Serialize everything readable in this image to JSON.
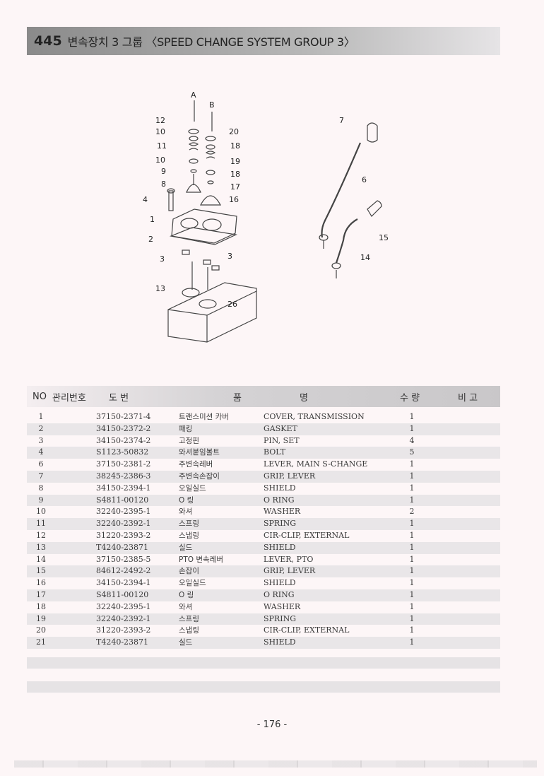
{
  "header": {
    "number": "445",
    "title": "변속장치 3 그룹 〈SPEED CHANGE SYSTEM GROUP 3〉"
  },
  "diagram": {
    "callouts": [
      "A",
      "B",
      "12",
      "10",
      "11",
      "10",
      "9",
      "8",
      "4",
      "1",
      "2",
      "3",
      "3",
      "13",
      "20",
      "18",
      "19",
      "18",
      "17",
      "16",
      "26",
      "7",
      "6",
      "15",
      "14"
    ]
  },
  "table": {
    "headers": {
      "no": "NO",
      "mgmt": "관리번호",
      "drawing": "도 번",
      "name_a": "품",
      "name_b": "명",
      "qty": "수 량",
      "remark": "비 고"
    },
    "rows": [
      {
        "no": "1",
        "part": "37150-2371-4",
        "kr": "트랜스미션 카버",
        "en": "COVER, TRANSMISSION",
        "qty": "1"
      },
      {
        "no": "2",
        "part": "34150-2372-2",
        "kr": "패킹",
        "en": "GASKET",
        "qty": "1"
      },
      {
        "no": "3",
        "part": "34150-2374-2",
        "kr": "고정핀",
        "en": "PIN, SET",
        "qty": "4"
      },
      {
        "no": "4",
        "part": "S1123-50832",
        "kr": "와셔붙임볼트",
        "en": "BOLT",
        "qty": "5"
      },
      {
        "no": "6",
        "part": "37150-2381-2",
        "kr": "주변속레버",
        "en": "LEVER, MAIN S-CHANGE",
        "qty": "1"
      },
      {
        "no": "7",
        "part": "38245-2386-3",
        "kr": "주변속손잡이",
        "en": "GRIP, LEVER",
        "qty": "1"
      },
      {
        "no": "8",
        "part": "34150-2394-1",
        "kr": "오일실드",
        "en": "SHIELD",
        "qty": "1"
      },
      {
        "no": "9",
        "part": "S4811-00120",
        "kr": "O 링",
        "en": "O RING",
        "qty": "1"
      },
      {
        "no": "10",
        "part": "32240-2395-1",
        "kr": "와셔",
        "en": "WASHER",
        "qty": "2"
      },
      {
        "no": "11",
        "part": "32240-2392-1",
        "kr": "스프링",
        "en": "SPRING",
        "qty": "1"
      },
      {
        "no": "12",
        "part": "31220-2393-2",
        "kr": "스냅링",
        "en": "CIR-CLIP, EXTERNAL",
        "qty": "1"
      },
      {
        "no": "13",
        "part": "T4240-23871",
        "kr": "실드",
        "en": "SHIELD",
        "qty": "1"
      },
      {
        "no": "14",
        "part": "37150-2385-5",
        "kr": "PTO 변속레버",
        "en": "LEVER, PTO",
        "qty": "1"
      },
      {
        "no": "15",
        "part": "84612-2492-2",
        "kr": "손잡이",
        "en": "GRIP, LEVER",
        "qty": "1"
      },
      {
        "no": "16",
        "part": "34150-2394-1",
        "kr": "오일실드",
        "en": "SHIELD",
        "qty": "1"
      },
      {
        "no": "17",
        "part": "S4811-00120",
        "kr": "O 링",
        "en": "O RING",
        "qty": "1"
      },
      {
        "no": "18",
        "part": "32240-2395-1",
        "kr": "와셔",
        "en": "WASHER",
        "qty": "1"
      },
      {
        "no": "19",
        "part": "32240-2392-1",
        "kr": "스프링",
        "en": "SPRING",
        "qty": "1"
      },
      {
        "no": "20",
        "part": "31220-2393-2",
        "kr": "스냅링",
        "en": "CIR-CLIP, EXTERNAL",
        "qty": "1"
      },
      {
        "no": "21",
        "part": "T4240-23871",
        "kr": "실드",
        "en": "SHIELD",
        "qty": "1"
      }
    ]
  },
  "page_number": "- 176 -"
}
